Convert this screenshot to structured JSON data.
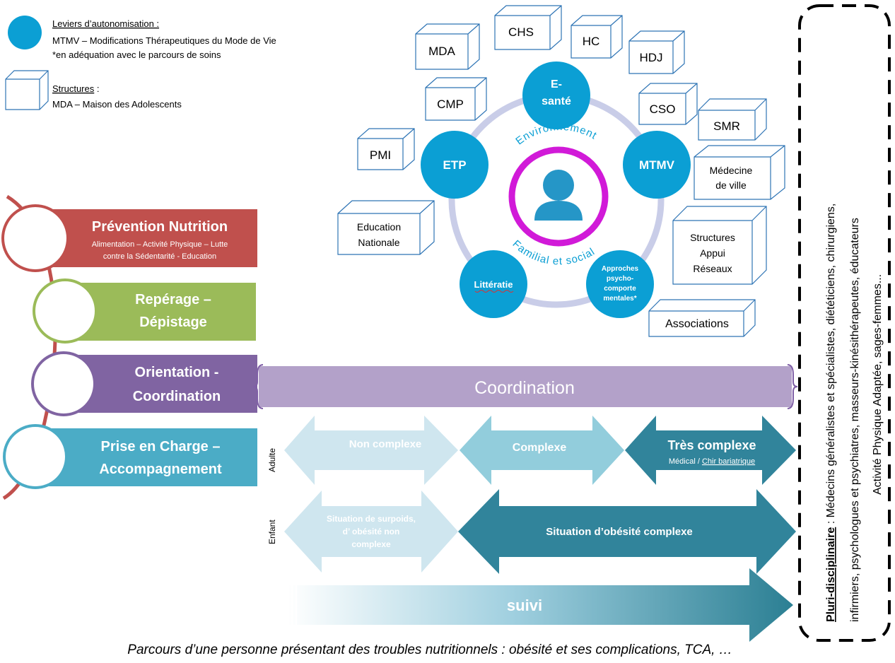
{
  "legend": {
    "levers_title": "Leviers d’autonomisation :",
    "levers_line1": "MTMV – Modifications Thérapeutiques du Mode de Vie",
    "levers_line2": "*en adéquation avec le parcours de soins",
    "structures_title": "Structures",
    "structures_colon": " :",
    "structures_line1": "MDA – Maison des Adolescents"
  },
  "structures": [
    "CHS",
    "HC",
    "MDA",
    "HDJ",
    "CMP",
    "CSO",
    "SMR",
    "PMI",
    "Médecine",
    "de ville",
    "Education",
    "Nationale",
    "Structures",
    "Appui",
    "Réseaux",
    "Associations"
  ],
  "levers": {
    "esante_1": "E-",
    "esante_2": "santé",
    "etp": "ETP",
    "mtmv": "MTMV",
    "litteratie": "Littératie",
    "approches": [
      "Approches",
      "psycho-",
      "comporte",
      "mentales*"
    ],
    "ring_top": "Environnement",
    "ring_bottom": "Familial et social"
  },
  "stages": {
    "prevention_title": "Prévention Nutrition",
    "prevention_sub1": "Alimentation – Activité Physique – Lutte",
    "prevention_sub2": "contre la Sédentarité - Education",
    "reperage_1": "Repérage –",
    "reperage_2": "Dépistage",
    "orientation_1": "Orientation -",
    "orientation_2": "Coordination",
    "prise_1": "Prise en Charge –",
    "prise_2": "Accompagnement"
  },
  "coordination": "Coordination",
  "adulte": {
    "row_label": "Adulte",
    "non_complexe": "Non complexe",
    "complexe": "Complexe",
    "tres_complexe": "Très complexe",
    "medical": "Médical",
    "slash": " / ",
    "chir": "Chir bariatrique"
  },
  "enfant": {
    "row_label": "Enfant",
    "surpoids": [
      "Situation  de surpoids,",
      "d’ obésité non",
      "complexe"
    ],
    "obesite_complexe": "Situation d’obésité complexe"
  },
  "suivi": "suivi",
  "pluri": {
    "title": "Pluri-disciplinaire",
    "line1": " : Médecins généralistes et spécialistes, diététiciens, chirurgiens,",
    "line2": "infirmiers, psychologues et psychiatres, masseurs-kinésithérapeutes, éducateurs",
    "line3": "Activité Physique Adaptée, sages-femmes..."
  },
  "caption": "Parcours d’une personne présentant des troubles nutritionnels : obésité et ses complications, TCA, …",
  "colors": {
    "lever_blue": "#0b9fd4",
    "magenta_ring": "#d11ad8",
    "prevention_red": "#c0504d",
    "reperage_green": "#9bbb59",
    "orientation_purple": "#8064a2",
    "prise_blue": "#4bacc6",
    "coordination_lilac": "#b3a1c9",
    "teal_dark": "#31849b"
  }
}
